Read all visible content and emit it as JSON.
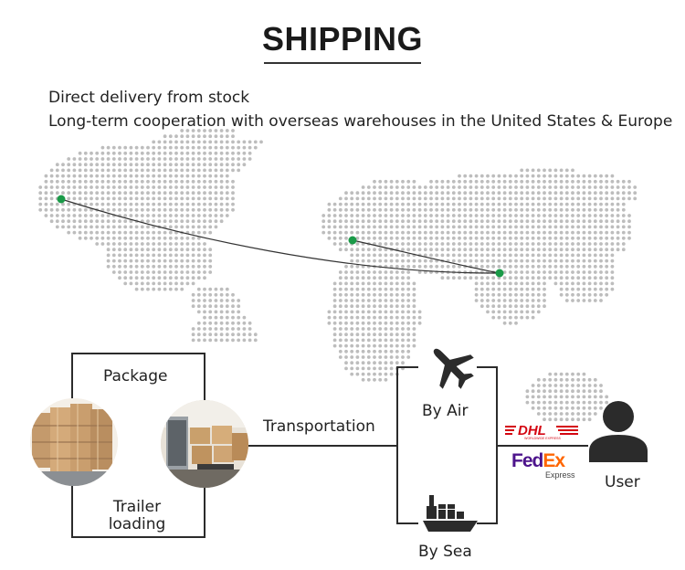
{
  "header": {
    "title": "SHIPPING"
  },
  "intro": {
    "line1": "Direct delivery from stock",
    "line2": "Long-term cooperation with overseas warehouses in the United States & Europe"
  },
  "flow": {
    "package_label": "Package",
    "trailer_label": "Trailer loading",
    "transport_label": "Transportation",
    "air_label": "By Air",
    "sea_label": "By Sea",
    "user_label": "User"
  },
  "carriers": {
    "dhl": "DHL",
    "dhl_sub": "WORLDWIDE EXPRESS",
    "fedex_fe": "Fed",
    "fedex_ex": "Ex",
    "fedex_sub": "Express"
  },
  "icons": [
    "plane-icon",
    "ship-icon",
    "user-icon",
    "drums-photo",
    "truck-photo"
  ],
  "colors": {
    "map_dot": "#bdbdbd",
    "route_point": "#1a9a48",
    "dhl_red": "#d40511",
    "fedex_purple": "#4d148c",
    "fedex_orange": "#ff6600",
    "icon_dark": "#2b2b2b"
  }
}
